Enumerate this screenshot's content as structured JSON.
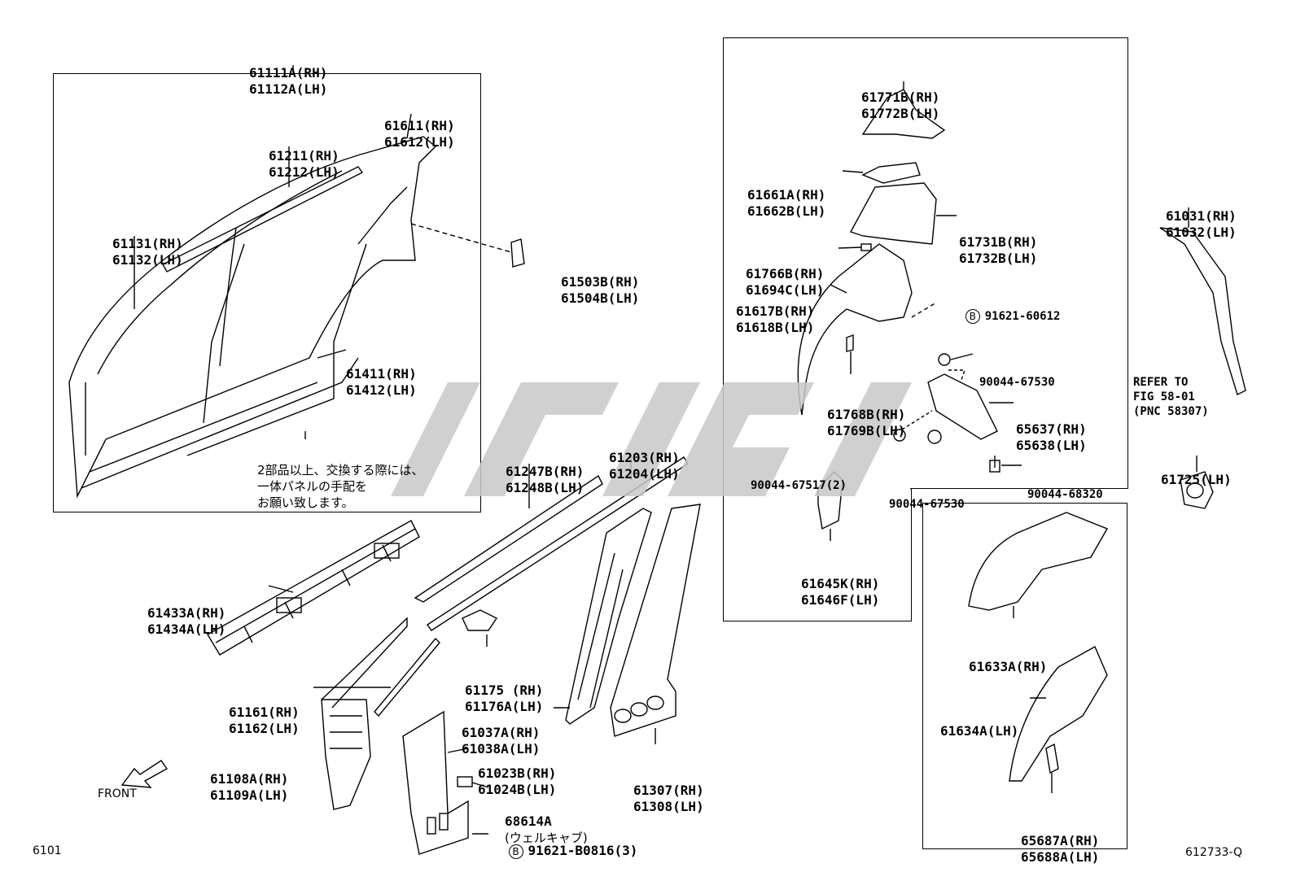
{
  "labels": {
    "p61111": [
      "61111A(RH)",
      "61112A(LH)"
    ],
    "p61611": [
      "61611(RH)",
      "61612(LH)"
    ],
    "p61211": [
      "61211(RH)",
      "61212(LH)"
    ],
    "p61131": [
      "61131(RH)",
      "61132(LH)"
    ],
    "p61503": [
      "61503B(RH)",
      "61504B(LH)"
    ],
    "p61411": [
      "61411(RH)",
      "61412(LH)"
    ],
    "p61247": [
      "61247B(RH)",
      "61248B(LH)"
    ],
    "p61203": [
      "61203(RH)",
      "61204(LH)"
    ],
    "p61433": [
      "61433A(RH)",
      "61434A(LH)"
    ],
    "p61175": [
      "61175 (RH)",
      "61176A(LH)"
    ],
    "p61161": [
      "61161(RH)",
      "61162(LH)"
    ],
    "p61037": [
      "61037A(RH)",
      "61038A(LH)"
    ],
    "p61108": [
      "61108A(RH)",
      "61109A(LH)"
    ],
    "p61023": [
      "61023B(RH)",
      "61024B(LH)"
    ],
    "p61307": [
      "61307(RH)",
      "61308(LH)"
    ],
    "p68614": [
      "68614A",
      "(ウェルキャブ)"
    ],
    "p91621b": "91621-B0816(3)",
    "p61771": [
      "61771B(RH)",
      "61772B(LH)"
    ],
    "p61661": [
      "61661A(RH)",
      "61662B(LH)"
    ],
    "p61731": [
      "61731B(RH)",
      "61732B(LH)"
    ],
    "p61766": [
      "61766B(RH)",
      "61694C(LH)"
    ],
    "p61617": [
      "61617B(RH)",
      "61618B(LH)"
    ],
    "p91621a": "91621-60612",
    "p90044a": "90044-67530",
    "p61768": [
      "61768B(RH)",
      "61769B(LH)"
    ],
    "p65637": [
      "65637(RH)",
      "65638(LH)"
    ],
    "p90044b": "90044-67517(2)",
    "p90044c": "90044-67530",
    "p90044d": "90044-68320",
    "p61645": [
      "61645K(RH)",
      "61646F(LH)"
    ],
    "p61031": [
      "61031(RH)",
      "61032(LH)"
    ],
    "refer": [
      "REFER TO",
      "FIG 58-01",
      "(PNC 58307)"
    ],
    "p61725": "61725(LH)",
    "p61633": "61633A(RH)",
    "p61634": "61634A(LH)",
    "p65687": [
      "65687A(RH)",
      "65688A(LH)"
    ],
    "front": "FRONT",
    "bubble_b": "B"
  },
  "note": [
    "2部品以上、交換する際には、",
    "一体パネルの手配を",
    "お願い致します。"
  ],
  "corner_left": "6101",
  "corner_right": "612733-Q",
  "colors": {
    "ink": "#000000",
    "watermark": "#c8c8c8",
    "paper": "#ffffff"
  }
}
